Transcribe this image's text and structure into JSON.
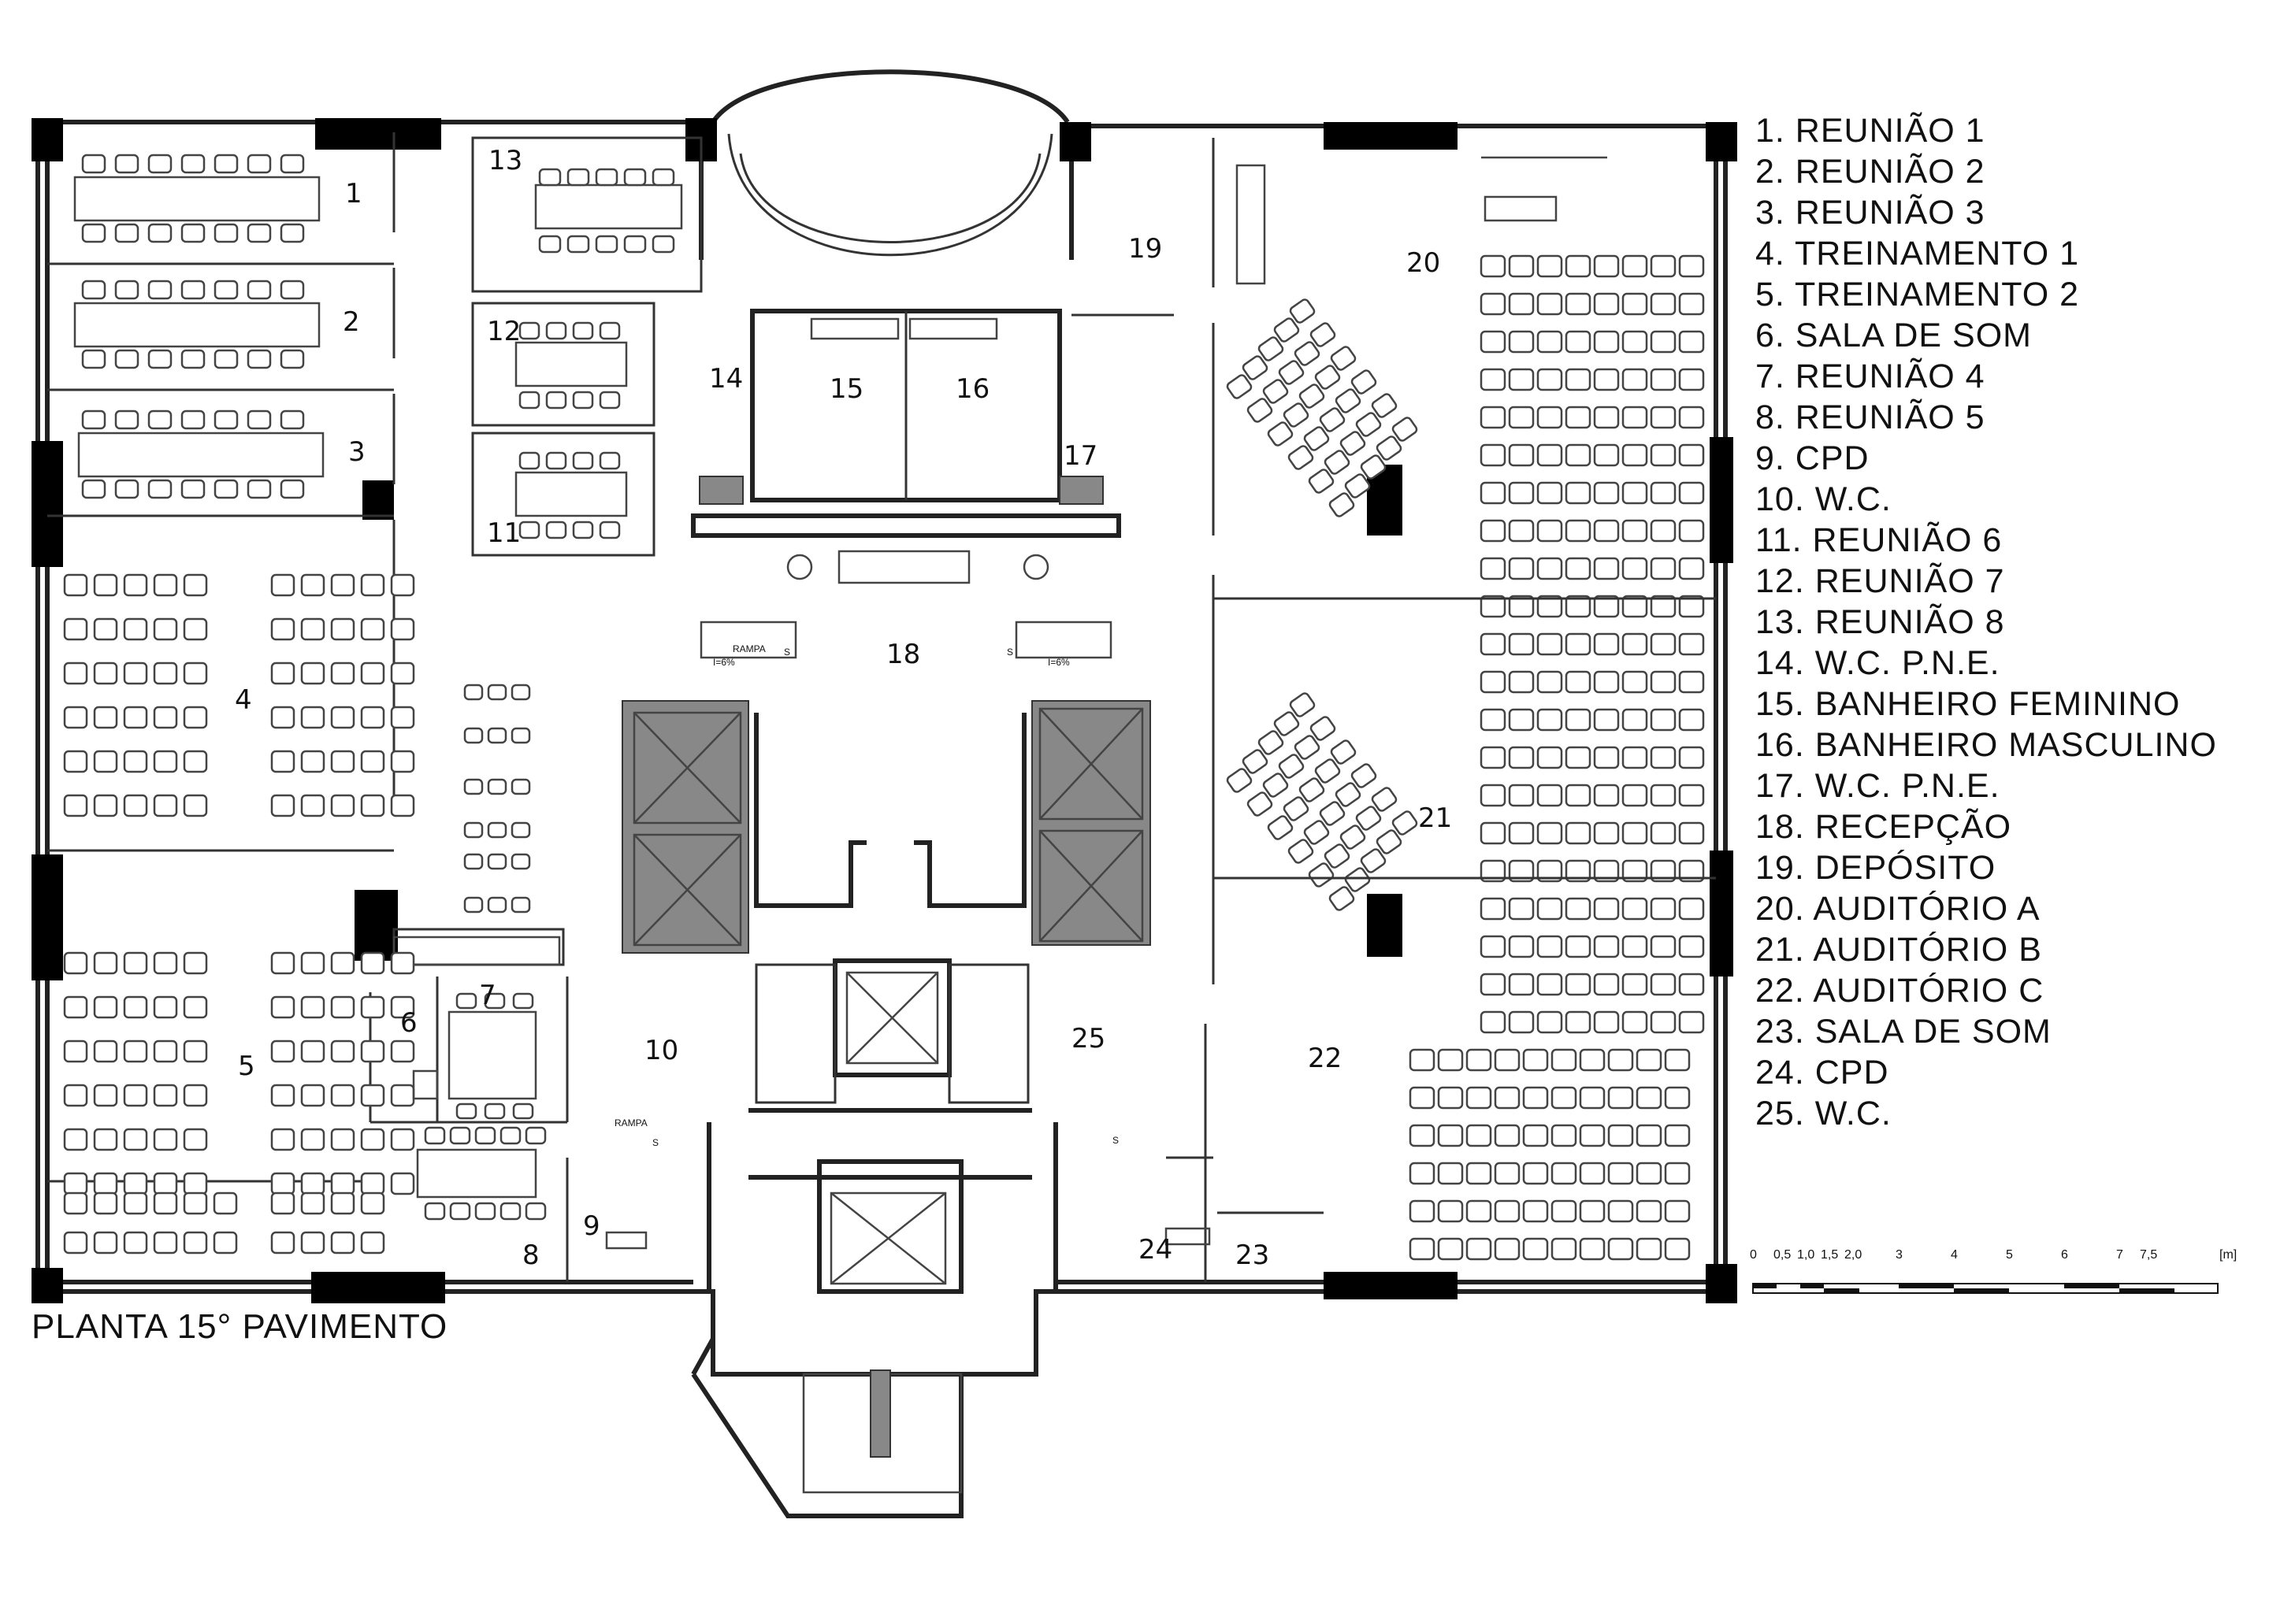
{
  "title": "PLANTA 15° PAVIMENTO",
  "legend": [
    "1. REUNIÃO 1",
    "2. REUNIÃO 2",
    "3. REUNIÃO 3",
    "4. TREINAMENTO 1",
    "5. TREINAMENTO 2",
    "6. SALA DE SOM",
    "7. REUNIÃO 4",
    "8. REUNIÃO 5",
    "9. CPD",
    "10. W.C.",
    "11. REUNIÃO 6",
    "12. REUNIÃO 7",
    "13. REUNIÃO 8",
    "14. W.C. P.N.E.",
    "15. BANHEIRO FEMININO",
    "16. BANHEIRO MASCULINO",
    "17. W.C. P.N.E.",
    "18. RECEPÇÃO",
    "19. DEPÓSITO",
    "20. AUDITÓRIO A",
    "21. AUDITÓRIO B",
    "22. AUDITÓRIO C",
    "23. SALA DE SOM",
    "24. CPD",
    "25. W.C."
  ],
  "room_numbers": [
    "1",
    "2",
    "3",
    "4",
    "5",
    "6",
    "7",
    "8",
    "9",
    "10",
    "11",
    "12",
    "13",
    "14",
    "15",
    "16",
    "17",
    "18",
    "19",
    "20",
    "21",
    "22",
    "23",
    "24",
    "25"
  ],
  "ramp_labels": {
    "rampa": "RAMPA",
    "slope": "I=6%",
    "s": "S"
  },
  "scale": {
    "ticks": [
      "0",
      "0,5",
      "1,0",
      "1,5",
      "2,0",
      "3",
      "4",
      "5",
      "6",
      "7",
      "7,5"
    ],
    "unit": "[m]"
  }
}
